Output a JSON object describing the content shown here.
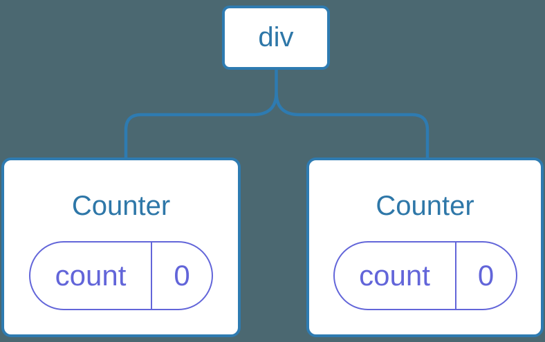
{
  "tree": {
    "root": {
      "label": "div"
    },
    "children": [
      {
        "label": "Counter",
        "state": {
          "name": "count",
          "value": "0"
        }
      },
      {
        "label": "Counter",
        "state": {
          "name": "count",
          "value": "0"
        }
      }
    ]
  },
  "colors": {
    "background": "#4b6871",
    "node_border": "#2e7bb1",
    "node_fill": "#ffffff",
    "node_text": "#2e77a8",
    "state_accent": "#6265d9"
  }
}
